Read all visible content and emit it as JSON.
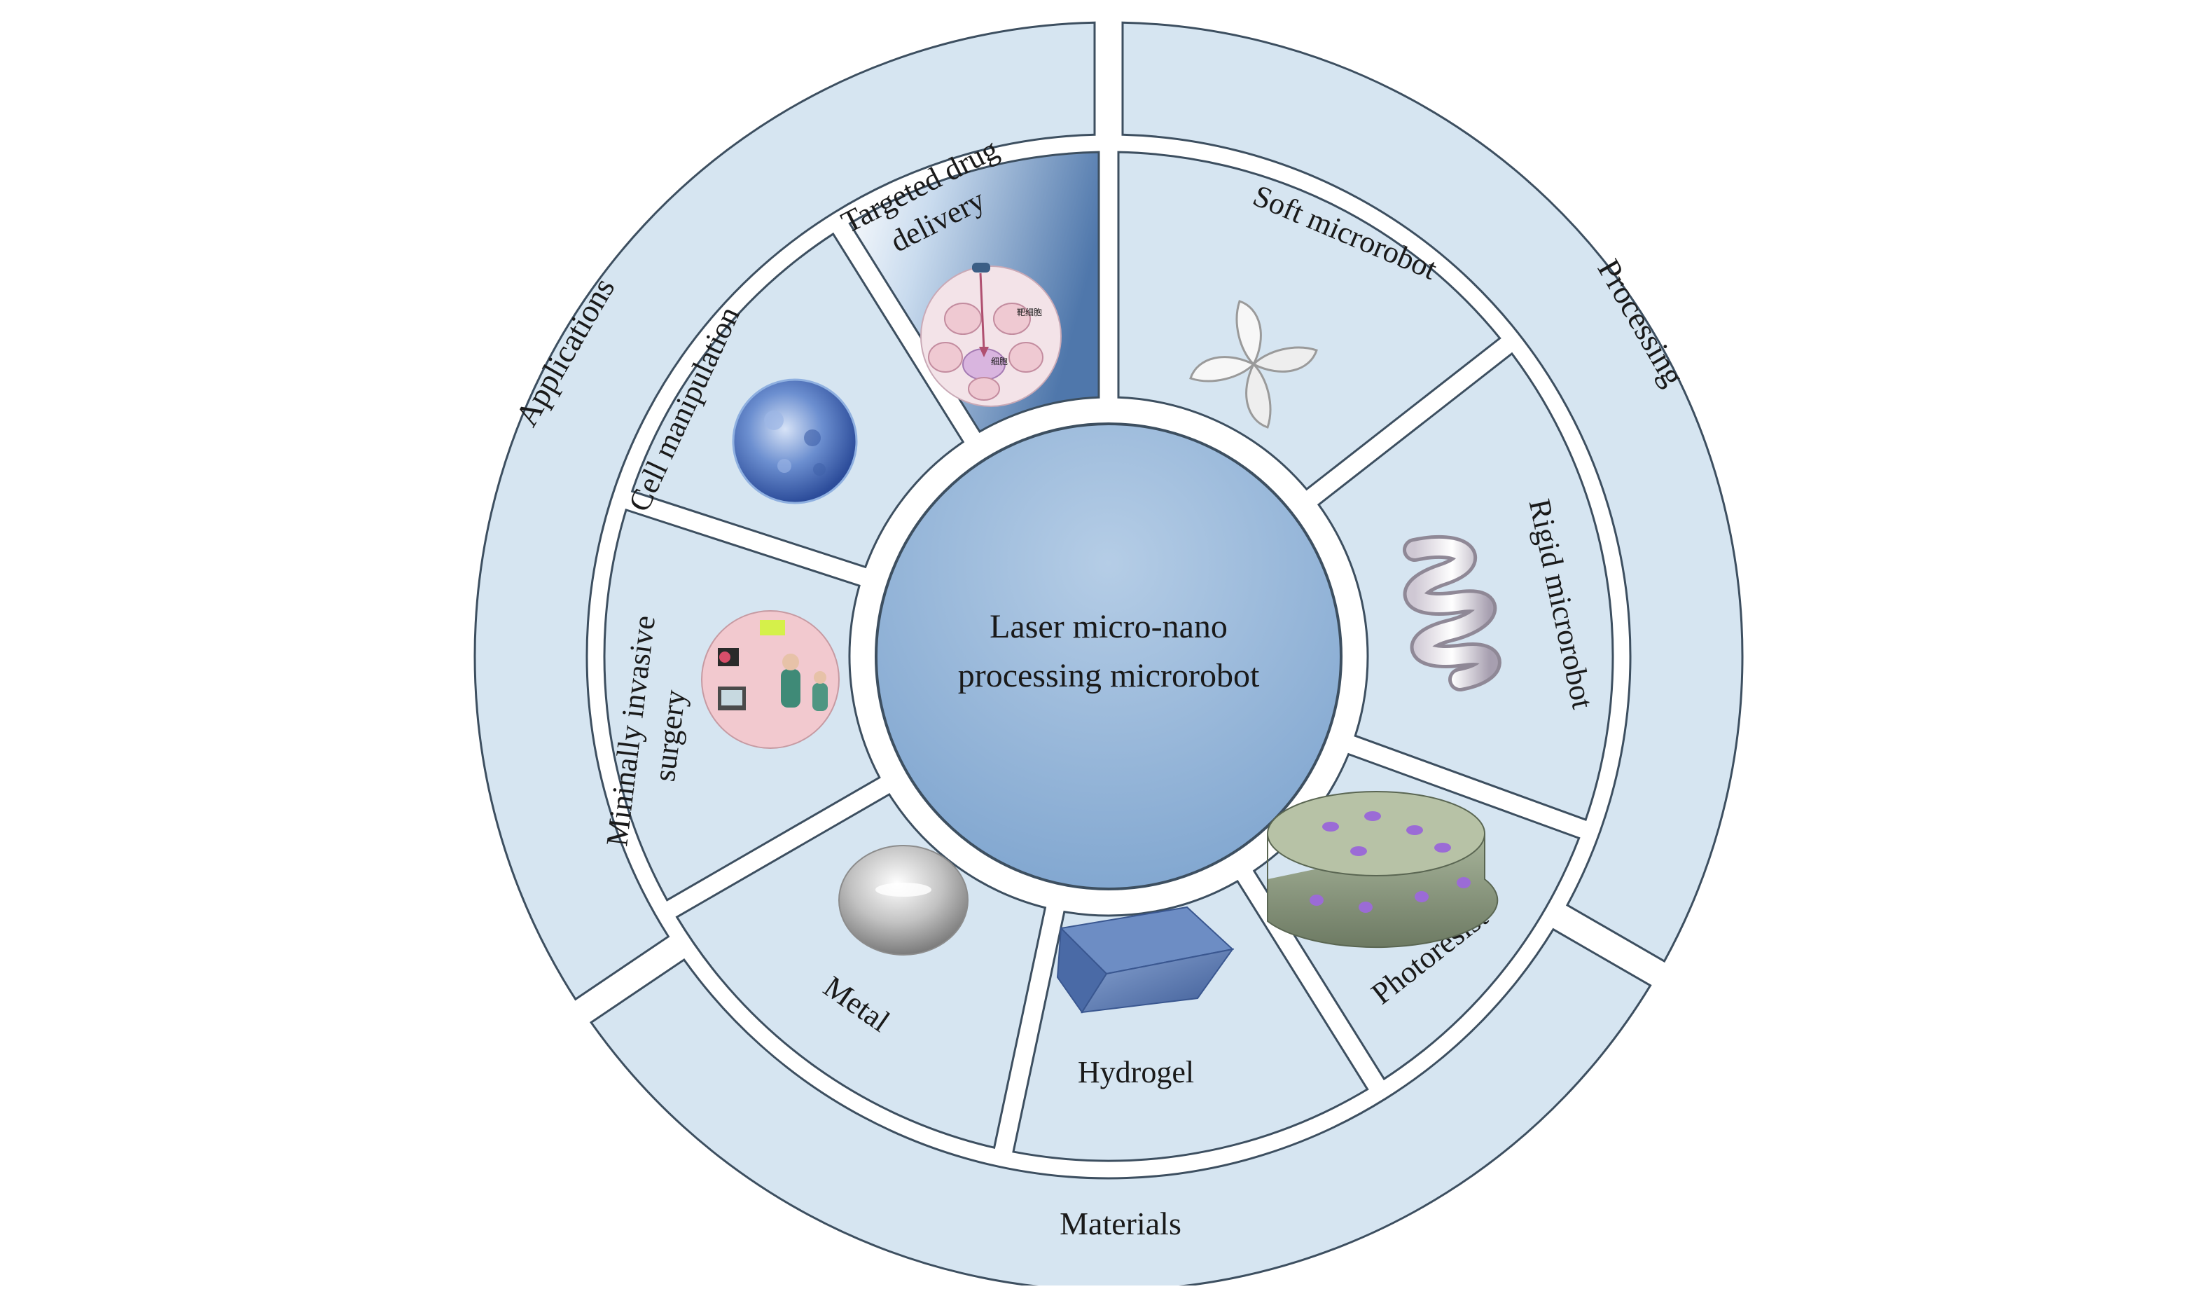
{
  "center": {
    "line1": "Laser micro-nano",
    "line2": "processing microrobot"
  },
  "outer_ring": {
    "applications": "Applications",
    "processing": "Processing",
    "materials": "Materials"
  },
  "segments": {
    "targeted_drug_delivery": {
      "line1": "Targeted drug",
      "line2": "delivery"
    },
    "cell_manipulation": "Cell manipulation",
    "minimally_invasive_surgery": {
      "line1": "Mininally invasive",
      "line2": "surgery"
    },
    "soft_microrobot": "Soft microrobot",
    "rigid_microrobot": "Rigid microrobot",
    "metal": "Metal",
    "hydrogel": "Hydrogel",
    "photoresist": "Photoresist"
  },
  "illustration_text": {
    "drug_tag_1": "靶细胞",
    "drug_tag_2": "细胞"
  },
  "colors": {
    "ring_fill": "#d6e5f1",
    "ring_stroke": "#3d4f60",
    "center_fill": "#8fb2d6",
    "highlight_segment": "#5f86b8"
  }
}
